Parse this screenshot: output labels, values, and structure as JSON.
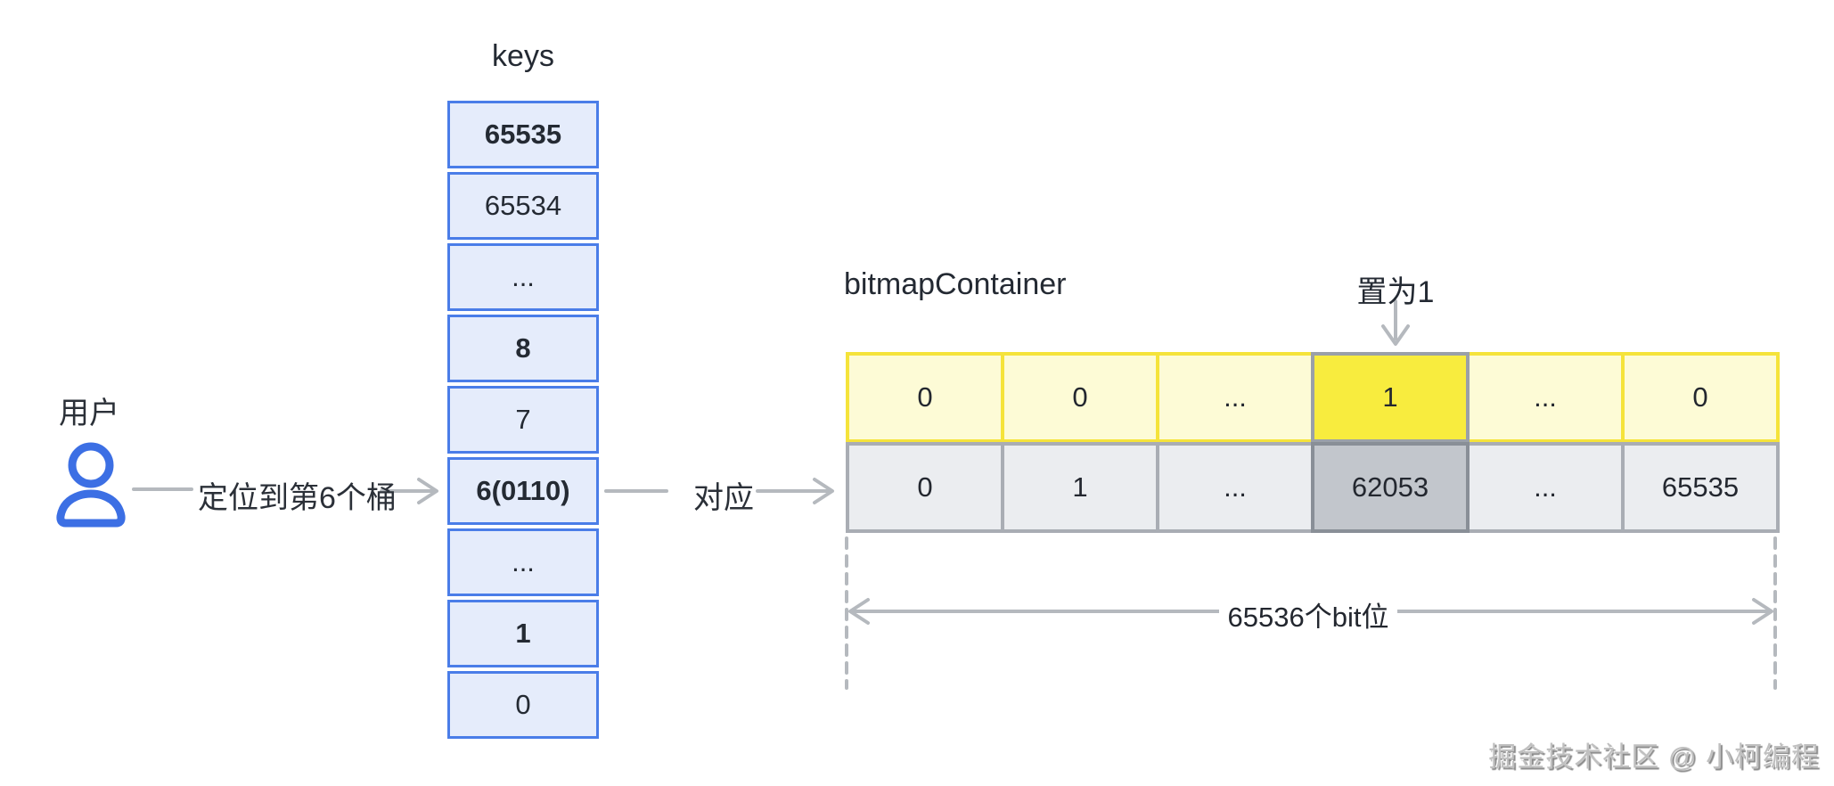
{
  "user": {
    "label": "用户"
  },
  "arrows": {
    "locate_label": "定位到第6个桶",
    "map_label": "对应",
    "set_label": "置为1"
  },
  "keys_column": {
    "title": "keys",
    "cells": [
      {
        "label": "65535",
        "bold": true
      },
      {
        "label": "65534",
        "bold": false
      },
      {
        "label": "...",
        "bold": false
      },
      {
        "label": "8",
        "bold": true
      },
      {
        "label": "7",
        "bold": false
      },
      {
        "label": "6(0110)",
        "bold": true
      },
      {
        "label": "...",
        "bold": false
      },
      {
        "label": "1",
        "bold": true
      },
      {
        "label": "0",
        "bold": false
      }
    ]
  },
  "bitmap": {
    "title": "bitmapContainer",
    "bit_row": [
      "0",
      "0",
      "...",
      "1",
      "...",
      "0"
    ],
    "index_row": [
      "0",
      "1",
      "...",
      "62053",
      "...",
      "65535"
    ],
    "highlighted_bit": "1",
    "highlighted_index": "62053",
    "width_label": "65536个bit位"
  },
  "watermark": "掘金技术社区 @ 小柯编程",
  "colors": {
    "keys_border": "#4a7de8",
    "keys_fill": "#e5ecfb",
    "yellow_border": "#f5e33a",
    "yellow_fill": "#fdfbd6",
    "yellow_highlight_fill": "#f8ec3e",
    "gray_border": "#a9adb4",
    "gray_fill": "#ebedf0",
    "gray_highlight_fill": "#c2c6cc",
    "highlight_border": "#9aa0a8",
    "arrow_gray": "#b5b9be",
    "user_icon_blue": "#3c6fe4",
    "text_dark": "#23272f"
  }
}
